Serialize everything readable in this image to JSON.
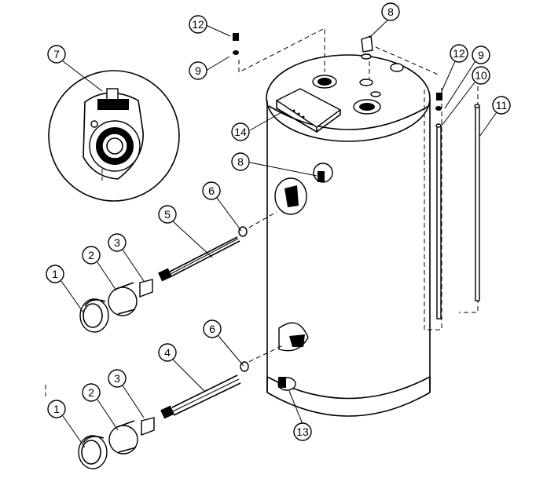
{
  "callouts": [
    {
      "id": "c1a",
      "label": "1"
    },
    {
      "id": "c2a",
      "label": "2"
    },
    {
      "id": "c3a",
      "label": "3"
    },
    {
      "id": "c5",
      "label": "5"
    },
    {
      "id": "c6a",
      "label": "6"
    },
    {
      "id": "c1b",
      "label": "1"
    },
    {
      "id": "c2b",
      "label": "2"
    },
    {
      "id": "c3b",
      "label": "3"
    },
    {
      "id": "c4",
      "label": "4"
    },
    {
      "id": "c6b",
      "label": "6"
    },
    {
      "id": "c7",
      "label": "7"
    },
    {
      "id": "c8a",
      "label": "8"
    },
    {
      "id": "c8b",
      "label": "8"
    },
    {
      "id": "c9a",
      "label": "9"
    },
    {
      "id": "c9b",
      "label": "9"
    },
    {
      "id": "c10",
      "label": "10"
    },
    {
      "id": "c11",
      "label": "11"
    },
    {
      "id": "c12a",
      "label": "12"
    },
    {
      "id": "c12b",
      "label": "12"
    },
    {
      "id": "c13",
      "label": "13"
    },
    {
      "id": "c14",
      "label": "14"
    }
  ]
}
